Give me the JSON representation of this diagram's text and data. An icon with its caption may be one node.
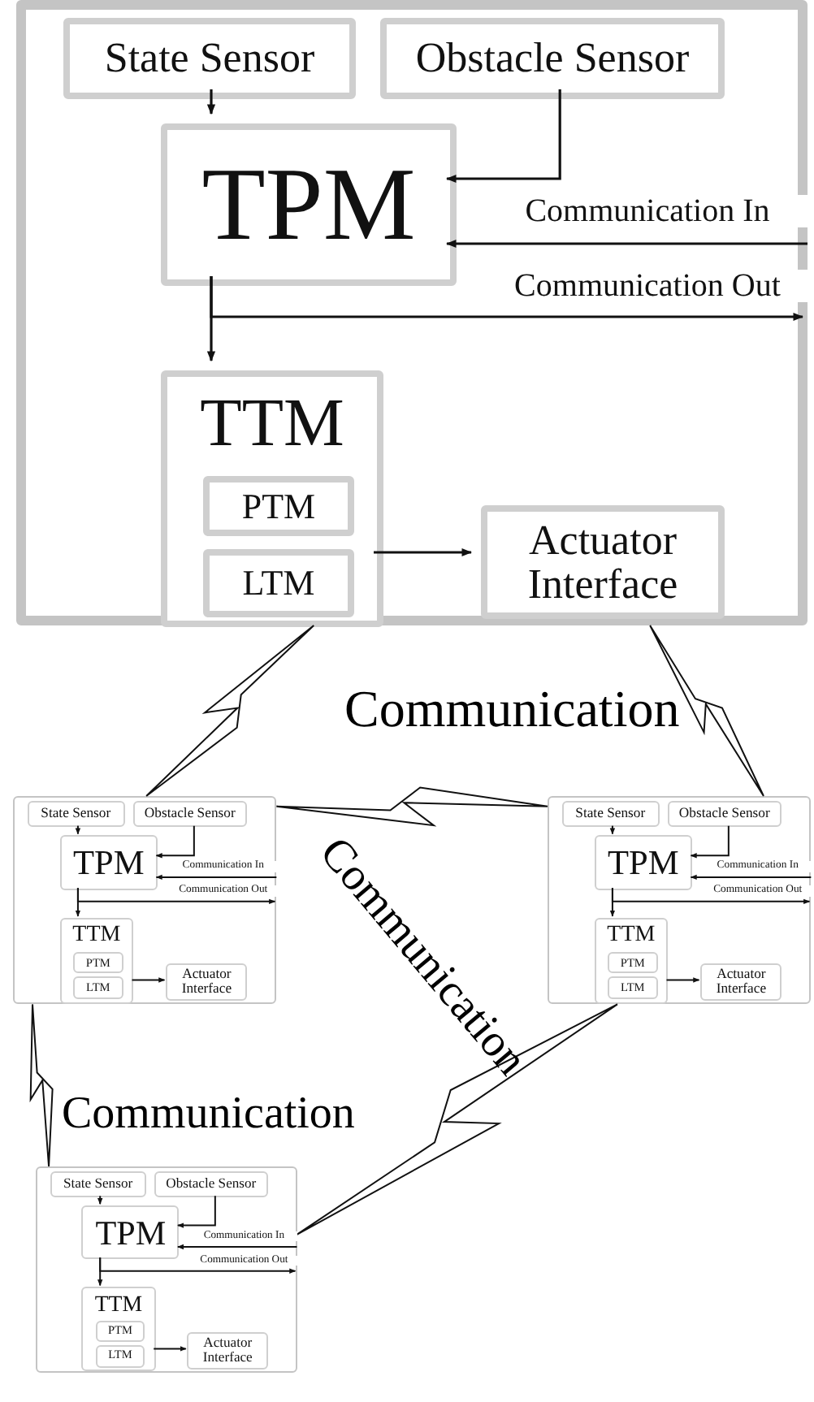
{
  "diagram": {
    "nodes": [
      {
        "text": [],
        "shape": "box"
      },
      {
        "text": [
          "State Sensor"
        ],
        "in": 0
      },
      {
        "text": [
          "Obstacle Sensor"
        ],
        "in": 0
      },
      {
        "text": [
          "TPM"
        ],
        "in": 0
      },
      {
        "text": [
          "TTM"
        ],
        "in": 0
      },
      {
        "text": [
          "PTM"
        ],
        "in": 4
      },
      {
        "text": [
          "LTM"
        ],
        "in": 4
      },
      {
        "text": [
          "Actuator Interface"
        ],
        "in": 0
      },
      {
        "text": [],
        "shape": "box"
      },
      {
        "text": [
          "State Sensor"
        ],
        "in": 8
      },
      {
        "text": [
          "Obstacle Sensor"
        ],
        "in": 8
      },
      {
        "text": [
          "TPM"
        ],
        "in": 8
      },
      {
        "text": [
          "TTM"
        ],
        "in": 8
      },
      {
        "text": [
          "PTM"
        ],
        "in": 12
      },
      {
        "text": [
          "LTM"
        ],
        "in": 12
      },
      {
        "text": [
          "Actuator Interface"
        ],
        "in": 8
      },
      {
        "text": [],
        "shape": "box"
      },
      {
        "text": [
          "State Sensor"
        ],
        "in": 16
      },
      {
        "text": [
          "Obstacle Sensor"
        ],
        "in": 16
      },
      {
        "text": [
          "TPM"
        ],
        "in": 16
      },
      {
        "text": [
          "TTM"
        ],
        "in": 16
      },
      {
        "text": [
          "PTM"
        ],
        "in": 20
      },
      {
        "text": [
          "LTM"
        ],
        "in": 20
      },
      {
        "text": [
          "Actuator Interface"
        ],
        "in": 16
      },
      {
        "text": [],
        "shape": "box"
      },
      {
        "text": [
          "State Sensor"
        ],
        "in": 24
      },
      {
        "text": [
          "Obstacle Sensor"
        ],
        "in": 24
      },
      {
        "text": [
          "TPM"
        ],
        "in": 24
      },
      {
        "text": [
          "TTM"
        ],
        "in": 24
      },
      {
        "text": [
          "PTM"
        ],
        "in": 28
      },
      {
        "text": [
          "LTM"
        ],
        "in": 28
      },
      {
        "text": [
          "Actuator Interface"
        ],
        "in": 24
      }
    ],
    "edges": [
      {
        "from": 1,
        "to": 3,
        "arrow": "to"
      },
      {
        "from": 2,
        "to": 3,
        "arrow": "to"
      },
      {
        "from": null,
        "to": 3,
        "arrow": "to",
        "label": "Communication In"
      },
      {
        "from": 3,
        "to": null,
        "arrow": "to",
        "label": "Communication Out"
      },
      {
        "from": 3,
        "to": 4,
        "arrow": "to"
      },
      {
        "from": 4,
        "to": 7,
        "arrow": "to"
      },
      {
        "from": 9,
        "to": 11,
        "arrow": "to"
      },
      {
        "from": 10,
        "to": 11,
        "arrow": "to"
      },
      {
        "from": null,
        "to": 11,
        "arrow": "to",
        "label": "Communication In"
      },
      {
        "from": 11,
        "to": null,
        "arrow": "to",
        "label": "Communication Out"
      },
      {
        "from": 11,
        "to": 12,
        "arrow": "to"
      },
      {
        "from": 12,
        "to": 15,
        "arrow": "to"
      },
      {
        "from": 17,
        "to": 19,
        "arrow": "to"
      },
      {
        "from": 18,
        "to": 19,
        "arrow": "to"
      },
      {
        "from": null,
        "to": 19,
        "arrow": "to",
        "label": "Communication In"
      },
      {
        "from": 19,
        "to": null,
        "arrow": "to",
        "label": "Communication Out"
      },
      {
        "from": 19,
        "to": 20,
        "arrow": "to"
      },
      {
        "from": 20,
        "to": 23,
        "arrow": "to"
      },
      {
        "from": 25,
        "to": 27,
        "arrow": "to"
      },
      {
        "from": 26,
        "to": 27,
        "arrow": "to"
      },
      {
        "from": null,
        "to": 27,
        "arrow": "to",
        "label": "Communication In"
      },
      {
        "from": 27,
        "to": null,
        "arrow": "to",
        "label": "Communication Out"
      },
      {
        "from": 27,
        "to": 28,
        "arrow": "to"
      },
      {
        "from": 28,
        "to": 31,
        "arrow": "to"
      },
      {
        "from": 0,
        "to": 8,
        "arrow": "none"
      },
      {
        "from": 0,
        "to": 16,
        "arrow": "none"
      },
      {
        "from": 8,
        "to": 16,
        "arrow": "none"
      },
      {
        "from": 8,
        "to": 24,
        "arrow": "none"
      },
      {
        "from": 24,
        "to": 16,
        "arrow": "none"
      }
    ],
    "labels": [
      "Communication",
      "Communication",
      "Communication"
    ]
  }
}
